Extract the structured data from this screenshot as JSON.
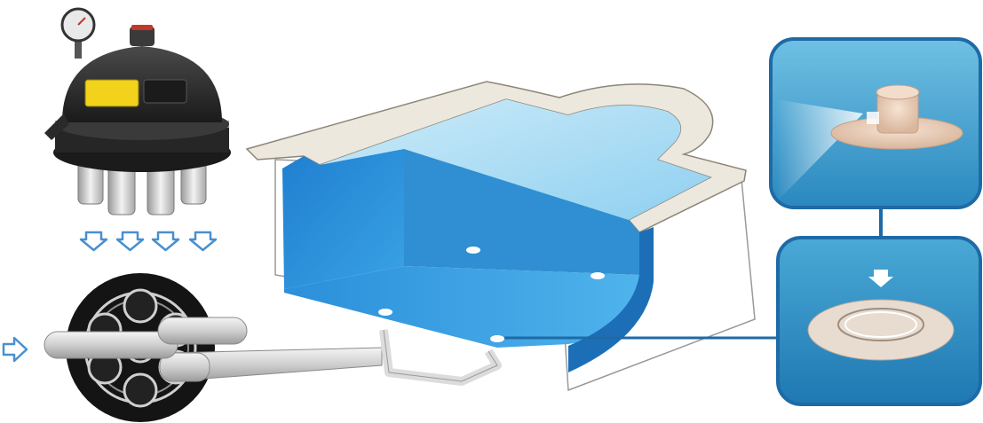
{
  "diagram": {
    "components": [
      {
        "name": "multiport-filter-valve",
        "icon": "filter-valve-icon"
      },
      {
        "name": "pipe-bundle-cross-section",
        "icon": "pipe-bundle-icon"
      },
      {
        "name": "swimming-pool-cutaway",
        "icon": "pool-icon"
      },
      {
        "name": "pop-up-nozzle-spraying",
        "icon": "nozzle-spray-icon"
      },
      {
        "name": "floor-nozzle-retracted",
        "icon": "floor-nozzle-icon"
      }
    ],
    "flow_arrow_count": 4,
    "colors": {
      "pool_water": "#2f8fd2",
      "pool_water_light": "#b9e2f6",
      "deck": "#ece8de",
      "panel_border": "#1e6aa6",
      "panel_fill": "#3b9ccc",
      "arrow_outline": "#4a8fd0",
      "pipe": "#d9d9d9",
      "filter_body": "#2b2b2b",
      "filter_label": "#f2d21a",
      "nozzle": "#ecd6c4"
    }
  }
}
